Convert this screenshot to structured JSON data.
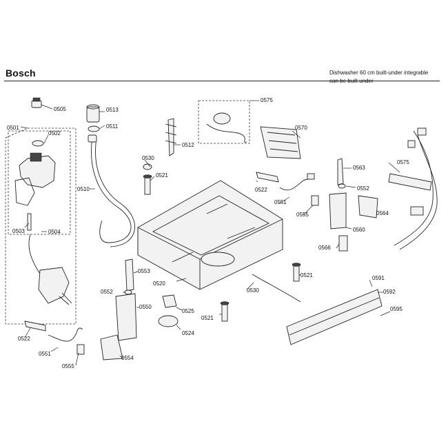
{
  "header": {
    "brand": "Bosch",
    "description_line1": "Dishwasher 60 cm built-under integrable",
    "description_line2": "can be built under"
  },
  "labels": [
    {
      "id": "0505"
    },
    {
      "id": "0501"
    },
    {
      "id": "0502"
    },
    {
      "id": "0503"
    },
    {
      "id": "0504"
    },
    {
      "id": "0513"
    },
    {
      "id": "0511"
    },
    {
      "id": "0510"
    },
    {
      "id": "0512"
    },
    {
      "id": "0530"
    },
    {
      "id": "0521"
    },
    {
      "id": "0575"
    },
    {
      "id": "0570"
    },
    {
      "id": "0522"
    },
    {
      "id": "0551"
    },
    {
      "id": "0555"
    },
    {
      "id": "0563"
    },
    {
      "id": "0552"
    },
    {
      "id": "0564"
    },
    {
      "id": "0560"
    },
    {
      "id": "0566"
    },
    {
      "id": "0575"
    },
    {
      "id": "0553"
    },
    {
      "id": "0520"
    },
    {
      "id": "0552"
    },
    {
      "id": "0550"
    },
    {
      "id": "0525"
    },
    {
      "id": "0524"
    },
    {
      "id": "0521"
    },
    {
      "id": "0554"
    },
    {
      "id": "0522"
    },
    {
      "id": "0551"
    },
    {
      "id": "0555"
    },
    {
      "id": "0530"
    },
    {
      "id": "0521"
    },
    {
      "id": "0591"
    },
    {
      "id": "0592"
    },
    {
      "id": "0595"
    }
  ]
}
